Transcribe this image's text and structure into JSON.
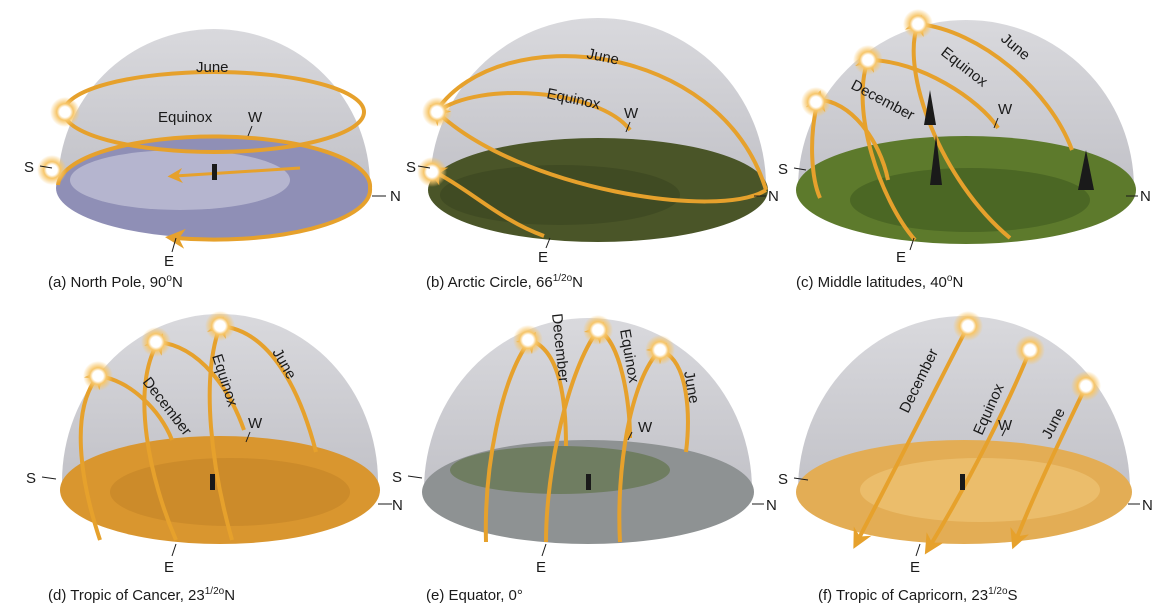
{
  "colors": {
    "dome": "#c9c9ce",
    "sun_path": "#e6a12c",
    "sun_core": "#ffffff",
    "sun_halo": "#f5c060",
    "ground_polar": "#8f8fb6",
    "ground_arctic": "#4a5528",
    "ground_mid": "#5d7a2c",
    "ground_cancer": "#d9962f",
    "ground_equator": "#8e9293",
    "ground_capricorn": "#e3ad55"
  },
  "panels": [
    {
      "id": "a",
      "caption_prefix": "(a) North Pole, 90",
      "caption_deg_sup": "o",
      "caption_suffix": "N",
      "directions": {
        "south": "S",
        "north": "N",
        "east": "E",
        "west": "W"
      },
      "path_labels": [
        "June",
        "Equinox"
      ]
    },
    {
      "id": "b",
      "caption_prefix": "(b) Arctic Circle, 66",
      "caption_frac": "1/2",
      "caption_deg_sup": "o",
      "caption_suffix": "N",
      "directions": {
        "south": "S",
        "north": "N",
        "east": "E",
        "west": "W"
      },
      "path_labels": [
        "June",
        "Equinox"
      ]
    },
    {
      "id": "c",
      "caption_prefix": "(c) Middle latitudes, 40",
      "caption_deg_sup": "o",
      "caption_suffix": "N",
      "directions": {
        "south": "S",
        "north": "N",
        "east": "E",
        "west": "W"
      },
      "path_labels": [
        "June",
        "Equinox",
        "December"
      ]
    },
    {
      "id": "d",
      "caption_prefix": "(d) Tropic of Cancer, 23",
      "caption_frac": "1/2",
      "caption_deg_sup": "o",
      "caption_suffix": "N",
      "directions": {
        "south": "S",
        "north": "N",
        "east": "E",
        "west": "W"
      },
      "path_labels": [
        "June",
        "Equinox",
        "December"
      ]
    },
    {
      "id": "e",
      "caption_prefix": "(e) Equator, 0°",
      "directions": {
        "south": "S",
        "north": "N",
        "east": "E",
        "west": "W"
      },
      "path_labels": [
        "June",
        "Equinox",
        "December"
      ]
    },
    {
      "id": "f",
      "caption_prefix": "(f) Tropic of Capricorn, 23",
      "caption_frac": "1/2",
      "caption_deg_sup": "o",
      "caption_suffix": "S",
      "directions": {
        "south": "S",
        "north": "N",
        "east": "E",
        "west": "W"
      },
      "path_labels": [
        "June",
        "Equinox",
        "December"
      ]
    }
  ]
}
